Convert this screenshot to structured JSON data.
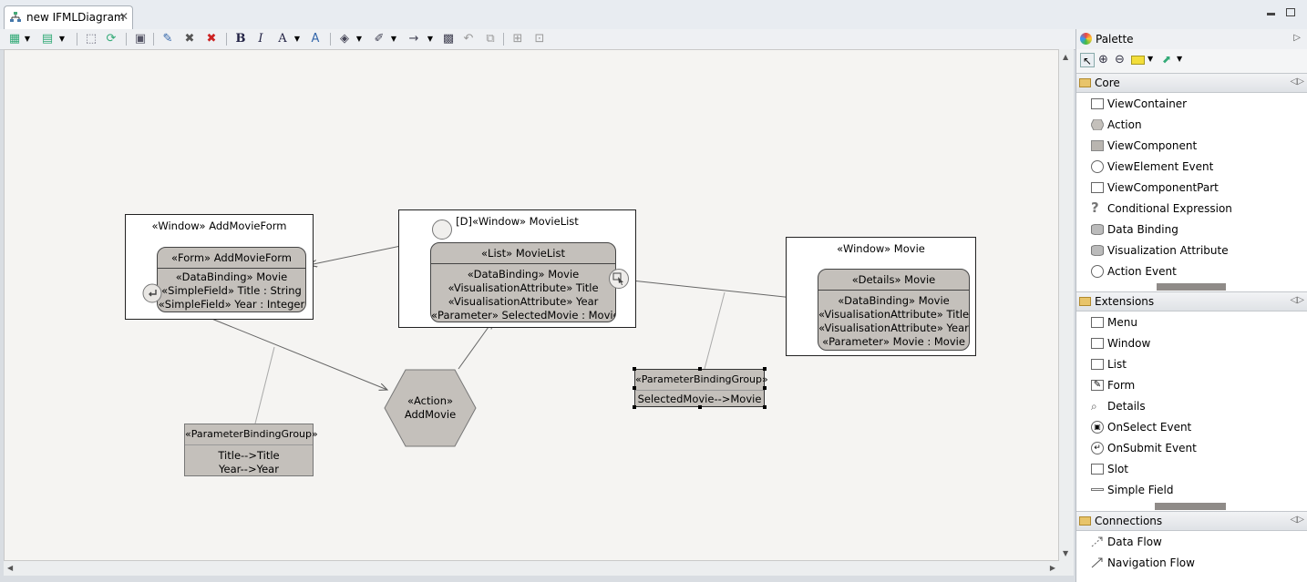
{
  "editor": {
    "tab_label": "new IFMLDiagram"
  },
  "diagram": {
    "add_movie_form": {
      "title": "«Window» AddMovieForm",
      "form_title": "«Form» AddMovieForm",
      "lines": [
        "«DataBinding» Movie",
        "«SimpleField» Title : String",
        "«SimpleField» Year : Integer"
      ]
    },
    "movie_list": {
      "title": "[D]«Window» MovieList",
      "list_title": "«List» MovieList",
      "lines": [
        "«DataBinding» Movie",
        "«VisualisationAttribute» Title",
        "«VisualisationAttribute» Year",
        "«Parameter» SelectedMovie : Movie"
      ]
    },
    "movie": {
      "title": "«Window» Movie",
      "details_title": "«Details» Movie",
      "lines": [
        "«DataBinding» Movie",
        "«VisualisationAttribute» Title",
        "«VisualisationAttribute» Year",
        "«Parameter» Movie : Movie"
      ]
    },
    "action": {
      "stereotype": "«Action»",
      "name": "AddMovie"
    },
    "pbg_left": {
      "title": "«ParameterBindingGroup»",
      "lines": [
        "Title-->Title",
        "Year-->Year"
      ]
    },
    "pbg_right": {
      "title": "«ParameterBindingGroup»",
      "lines": [
        "SelectedMovie-->Movie"
      ]
    }
  },
  "palette": {
    "title": "Palette",
    "drawers": [
      {
        "label": "Core",
        "items": [
          {
            "label": "ViewContainer",
            "icon": "rect-outline-icon"
          },
          {
            "label": "Action",
            "icon": "hexagon-icon"
          },
          {
            "label": "ViewComponent",
            "icon": "rect-filled-icon"
          },
          {
            "label": "ViewElement Event",
            "icon": "circle-icon"
          },
          {
            "label": "ViewComponentPart",
            "icon": "rect-outline-icon"
          },
          {
            "label": "Conditional Expression",
            "icon": "question-icon"
          },
          {
            "label": "Data Binding",
            "icon": "database-icon"
          },
          {
            "label": "Visualization Attribute",
            "icon": "database-icon"
          },
          {
            "label": "Action Event",
            "icon": "circle-icon"
          }
        ]
      },
      {
        "label": "Extensions",
        "items": [
          {
            "label": "Menu",
            "icon": "rect-outline-icon"
          },
          {
            "label": "Window",
            "icon": "rect-outline-icon"
          },
          {
            "label": "List",
            "icon": "rect-outline-icon"
          },
          {
            "label": "Form",
            "icon": "form-icon"
          },
          {
            "label": "Details",
            "icon": "magnifier-icon"
          },
          {
            "label": "OnSelect Event",
            "icon": "select-event-icon"
          },
          {
            "label": "OnSubmit Event",
            "icon": "submit-event-icon"
          },
          {
            "label": "Slot",
            "icon": "rect-outline-icon"
          },
          {
            "label": "Simple Field",
            "icon": "field-icon"
          }
        ]
      },
      {
        "label": "Connections",
        "items": [
          {
            "label": "Data Flow",
            "icon": "dashed-arrow-icon"
          },
          {
            "label": "Navigation Flow",
            "icon": "solid-arrow-icon"
          }
        ]
      }
    ]
  }
}
